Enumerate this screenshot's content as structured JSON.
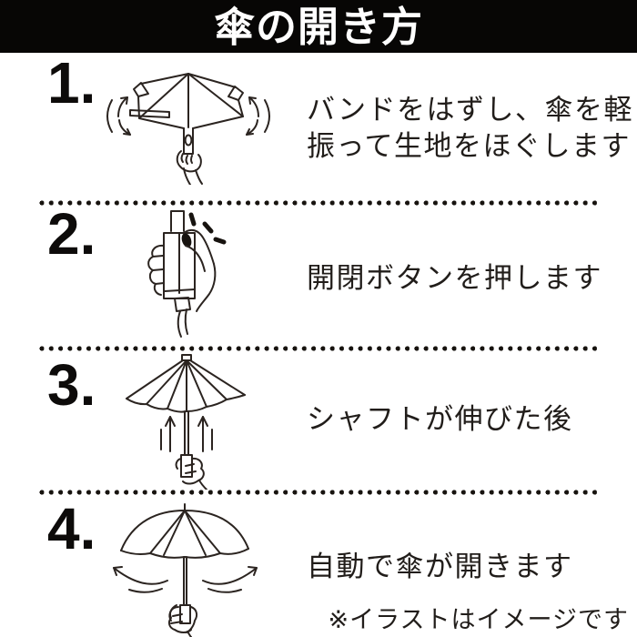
{
  "header": {
    "title": "傘の開き方"
  },
  "steps": [
    {
      "number": "1.",
      "line1": "バンドをはずし、傘を軽く",
      "line2": "振って生地をほぐします",
      "illustration": "umbrella-shake-illustration"
    },
    {
      "number": "2.",
      "line1": "開閉ボタンを押します",
      "illustration": "hand-press-button-illustration"
    },
    {
      "number": "3.",
      "line1": "シャフトが伸びた後",
      "illustration": "umbrella-shaft-extend-illustration"
    },
    {
      "number": "4.",
      "line1": "自動で傘が開きます",
      "illustration": "umbrella-auto-open-illustration"
    }
  ],
  "footnote": "※イラストはイメージです",
  "colors": {
    "header_bg": "#070605",
    "header_fg": "#ffffff",
    "ink": "#17130f",
    "line_art": "#2b2420",
    "background": "#ffffff"
  }
}
